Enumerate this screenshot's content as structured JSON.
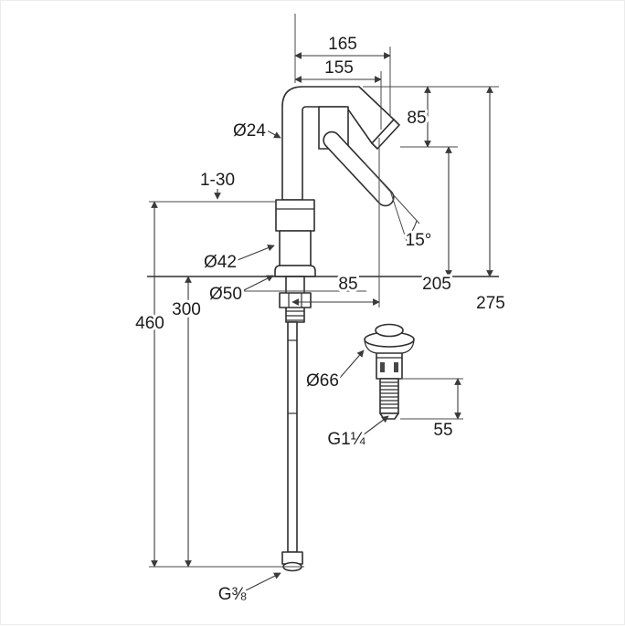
{
  "drawing": {
    "labels": {
      "spout_reach_outer": "165",
      "spout_reach_inner": "155",
      "spout_drop": "85",
      "spout_pipe_dia": "Ø24",
      "mount_thickness": "1-30",
      "handle_angle": "15°",
      "body_dia": "Ø42",
      "base_dia": "Ø50",
      "outlet_offset": "85",
      "outlet_height": "205",
      "total_height": "275",
      "below_deck_length": "300",
      "overall_height": "460",
      "waste_flange_dia": "Ø66",
      "waste_thread": "G1¼",
      "waste_length": "55",
      "supply_thread": "G⅜"
    }
  }
}
